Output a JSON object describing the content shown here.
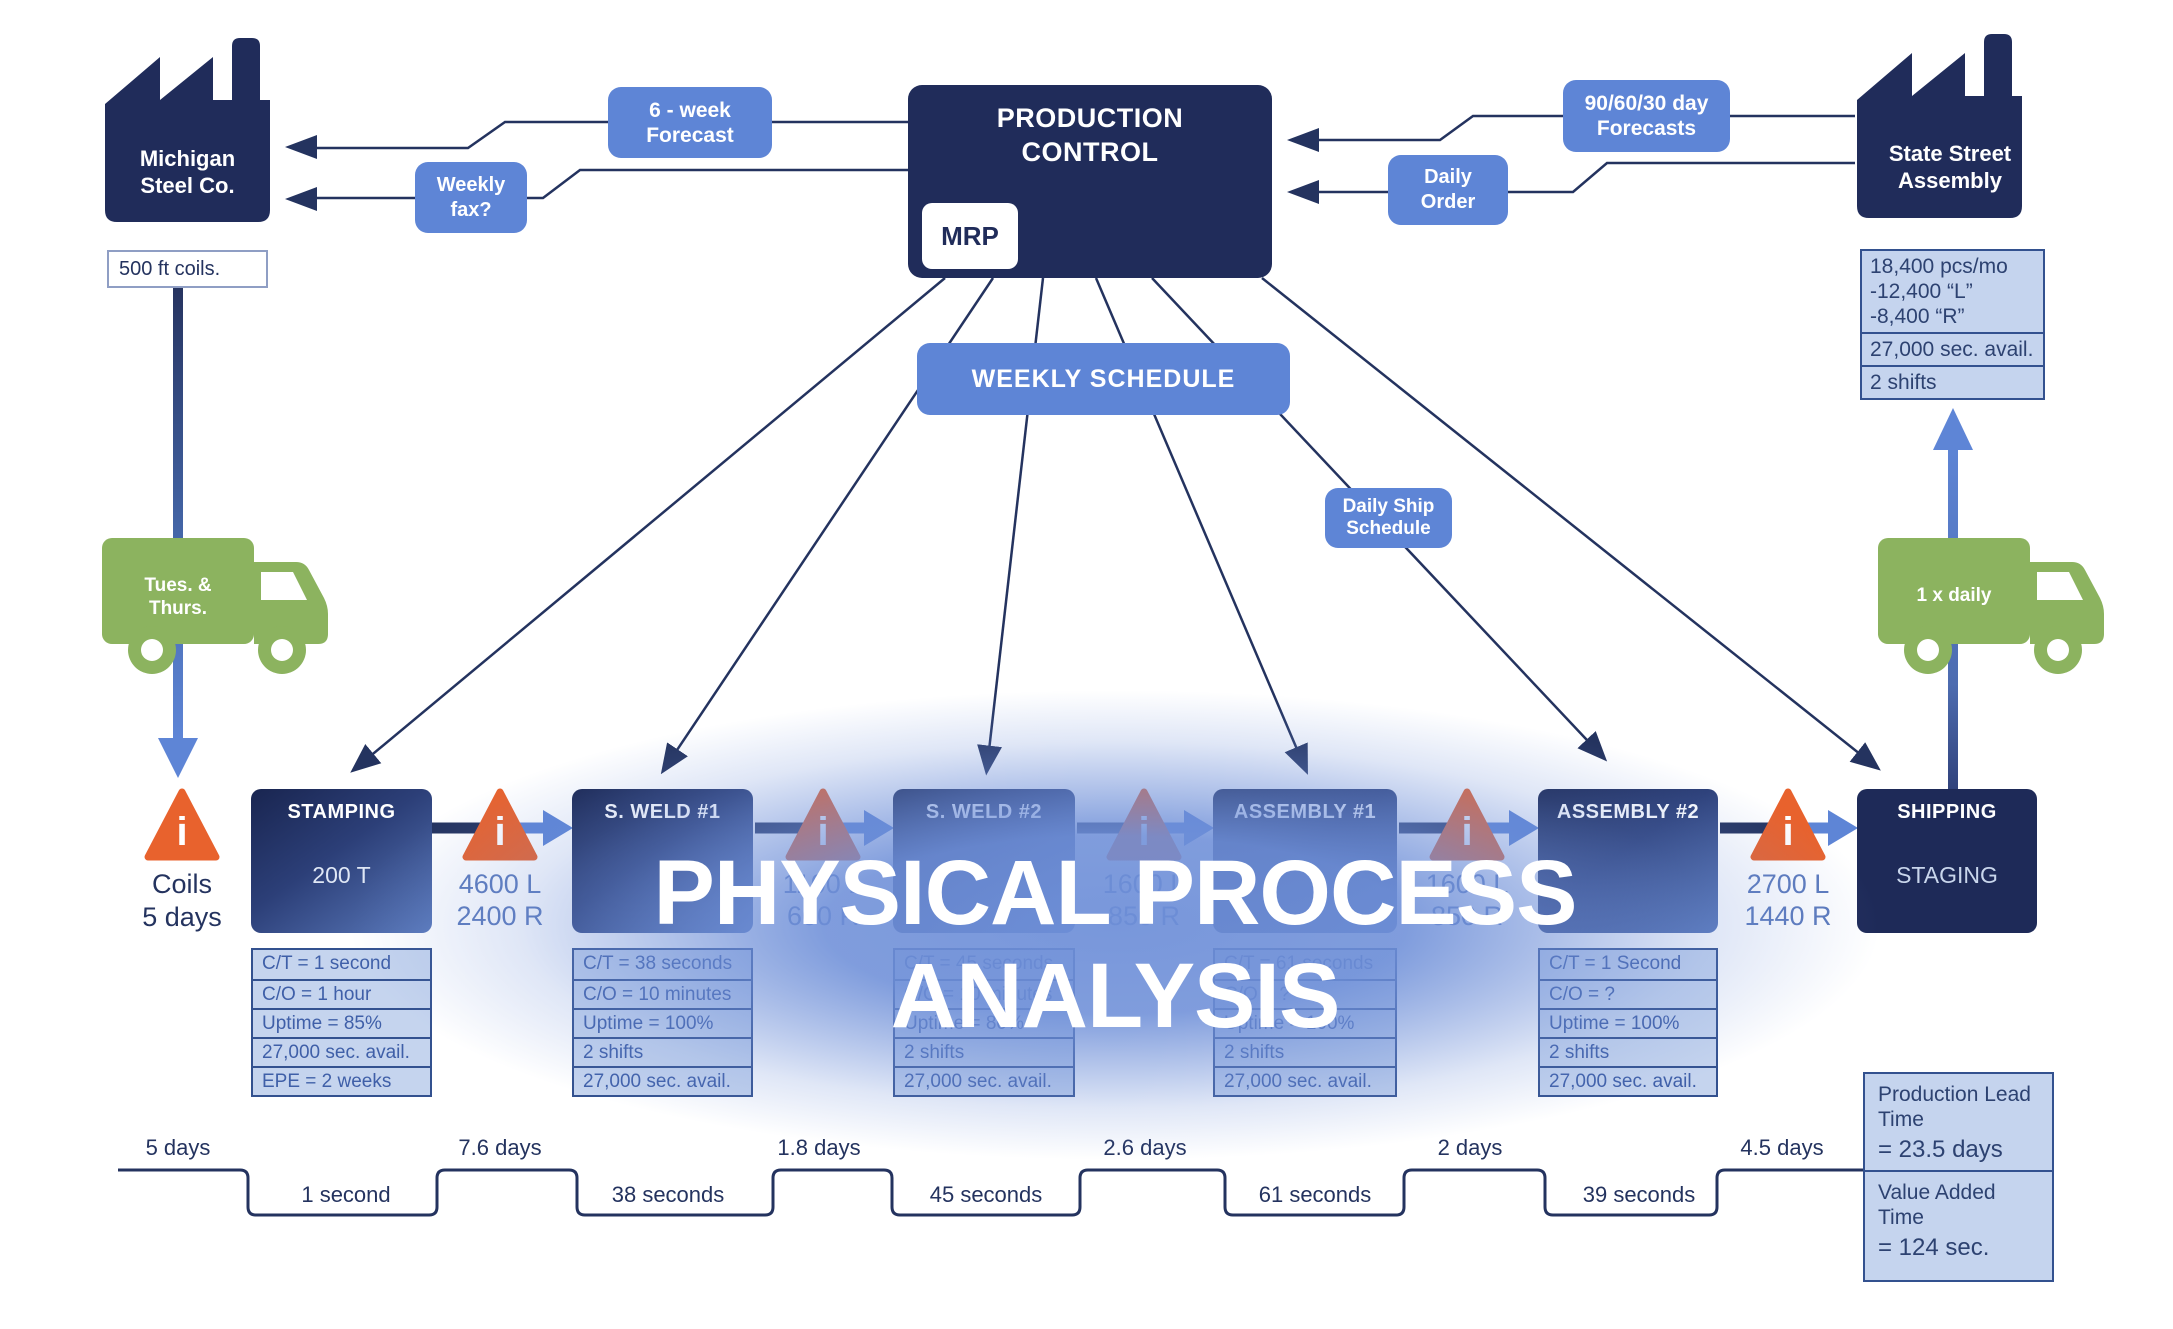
{
  "overlay": {
    "line1": "PHYSICAL PROCESS",
    "line2": "ANALYSIS"
  },
  "supplier": {
    "line1": "Michigan",
    "line2": "Steel Co.",
    "note": "500 ft coils."
  },
  "customer": {
    "line1": "State Street",
    "line2": "Assembly",
    "demand_lines": [
      "18,400 pcs/mo",
      "-12,400 “L”",
      "-8,400 “R”"
    ],
    "avail": "27,000 sec. avail.",
    "shifts": "2 shifts"
  },
  "production_control": {
    "line1": "PRODUCTION",
    "line2": "CONTROL",
    "mrp": "MRP"
  },
  "info_flows": {
    "six_week": {
      "line1": "6 - week",
      "line2": "Forecast"
    },
    "weekly_fax": {
      "line1": "Weekly",
      "line2": "fax?"
    },
    "forecasts": {
      "line1": "90/60/30 day",
      "line2": "Forecasts"
    },
    "daily_order": {
      "line1": "Daily",
      "line2": "Order"
    },
    "weekly_schedule": "WEEKLY SCHEDULE",
    "daily_ship": {
      "line1": "Daily Ship",
      "line2": "Schedule"
    }
  },
  "transport": {
    "inbound_truck": {
      "line1": "Tues. &",
      "line2": "Thurs."
    },
    "outbound_truck": "1 x daily",
    "inbound_label": {
      "line1": "Coils",
      "line2": "5 days"
    }
  },
  "inventory_marker": "i",
  "processes": [
    {
      "name": "STAMPING",
      "subtitle": "200 T",
      "rows": [
        "C/T = 1 second",
        "C/O = 1 hour",
        "Uptime = 85%",
        "27,000 sec. avail.",
        "EPE = 2 weeks"
      ]
    },
    {
      "name": "S. WELD #1",
      "subtitle": "",
      "rows": [
        "C/T = 38 seconds",
        "C/O = 10 minutes",
        "Uptime = 100%",
        "2 shifts",
        "27,000 sec. avail."
      ]
    },
    {
      "name": "S. WELD #2",
      "subtitle": "",
      "rows": [
        "C/T = 45 seconds",
        "C/O = 10 minutes",
        "Uptime = 80%",
        "2 shifts",
        "27,000 sec. avail."
      ]
    },
    {
      "name": "ASSEMBLY #1",
      "subtitle": "",
      "rows": [
        "C/T = 61 seconds",
        "C/O = ?",
        "Uptime = 100%",
        "2 shifts",
        "27,000 sec. avail."
      ]
    },
    {
      "name": "ASSEMBLY #2",
      "subtitle": "",
      "rows": [
        "C/T = 1 Second",
        "C/O = ?",
        "Uptime = 100%",
        "2 shifts",
        "27,000 sec. avail."
      ]
    },
    {
      "name": "SHIPPING",
      "subtitle": "STAGING",
      "rows": []
    }
  ],
  "inventories": [
    {
      "left": "4600 L",
      "right": "2400 R"
    },
    {
      "left": "1100 L",
      "right": "600 R"
    },
    {
      "left": "1600 L",
      "right": "850 R"
    },
    {
      "left": "1600 L",
      "right": "850 R"
    },
    {
      "left": "2700 L",
      "right": "1440 R"
    }
  ],
  "timeline": {
    "day_labels": [
      "5 days",
      "7.6 days",
      "1.8 days",
      "2.6 days",
      "2 days",
      "4.5 days"
    ],
    "second_labels": [
      "1 second",
      "38 seconds",
      "45 seconds",
      "61 seconds",
      "39 seconds"
    ]
  },
  "summary": {
    "lead_label": "Production Lead Time",
    "lead_value": "= 23.5 days",
    "va_label": "Value Added Time",
    "va_value": "= 124 sec."
  },
  "colors": {
    "navy": "#24335f",
    "blue": "#5e85d6",
    "light_blue": "#c5d4ee",
    "orange": "#e8622d",
    "green": "#8cb35f"
  }
}
